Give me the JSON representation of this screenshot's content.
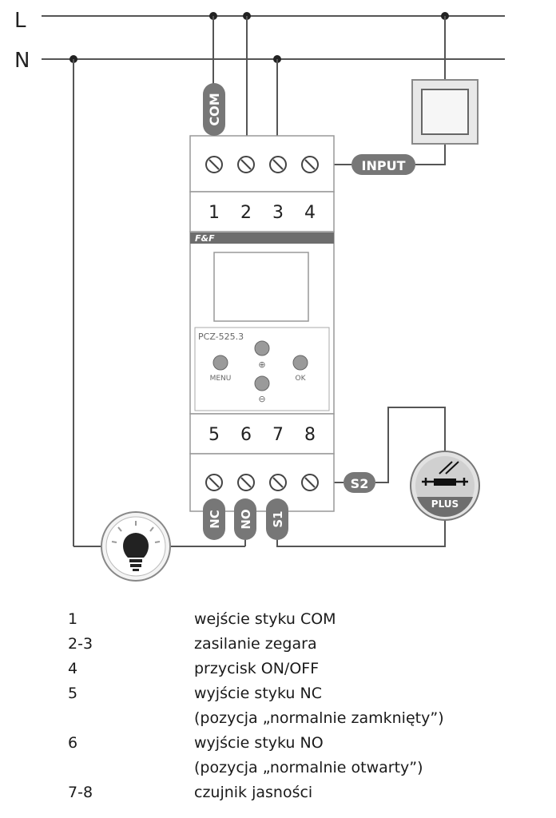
{
  "lines": {
    "L": "L",
    "N": "N"
  },
  "device": {
    "brand": "F&F",
    "model": "PCZ-525.3",
    "top_terminals": [
      "1",
      "2",
      "3",
      "4"
    ],
    "bottom_terminals": [
      "5",
      "6",
      "7",
      "8"
    ],
    "buttons": {
      "menu": "MENU",
      "ok": "OK",
      "plus": "⊕",
      "minus": "⊖"
    }
  },
  "tags": {
    "com": "COM",
    "input": "INPUT",
    "s2": "S2",
    "nc": "NC",
    "no": "NO",
    "s1": "S1"
  },
  "sensor": {
    "label": "PLUS"
  },
  "legend": [
    {
      "term": "1",
      "desc": "wejście styku COM"
    },
    {
      "term": "2-3",
      "desc": "zasilanie zegara"
    },
    {
      "term": "4",
      "desc": "przycisk ON/OFF"
    },
    {
      "term": "5",
      "desc": "wyjście styku NC"
    },
    {
      "term": "",
      "desc": "(pozycja „normalnie zamknięty”)"
    },
    {
      "term": "6",
      "desc": "wyjście styku NO"
    },
    {
      "term": "",
      "desc": "(pozycja „normalnie otwarty”)"
    },
    {
      "term": "7-8",
      "desc": "czujnik jasności"
    }
  ]
}
